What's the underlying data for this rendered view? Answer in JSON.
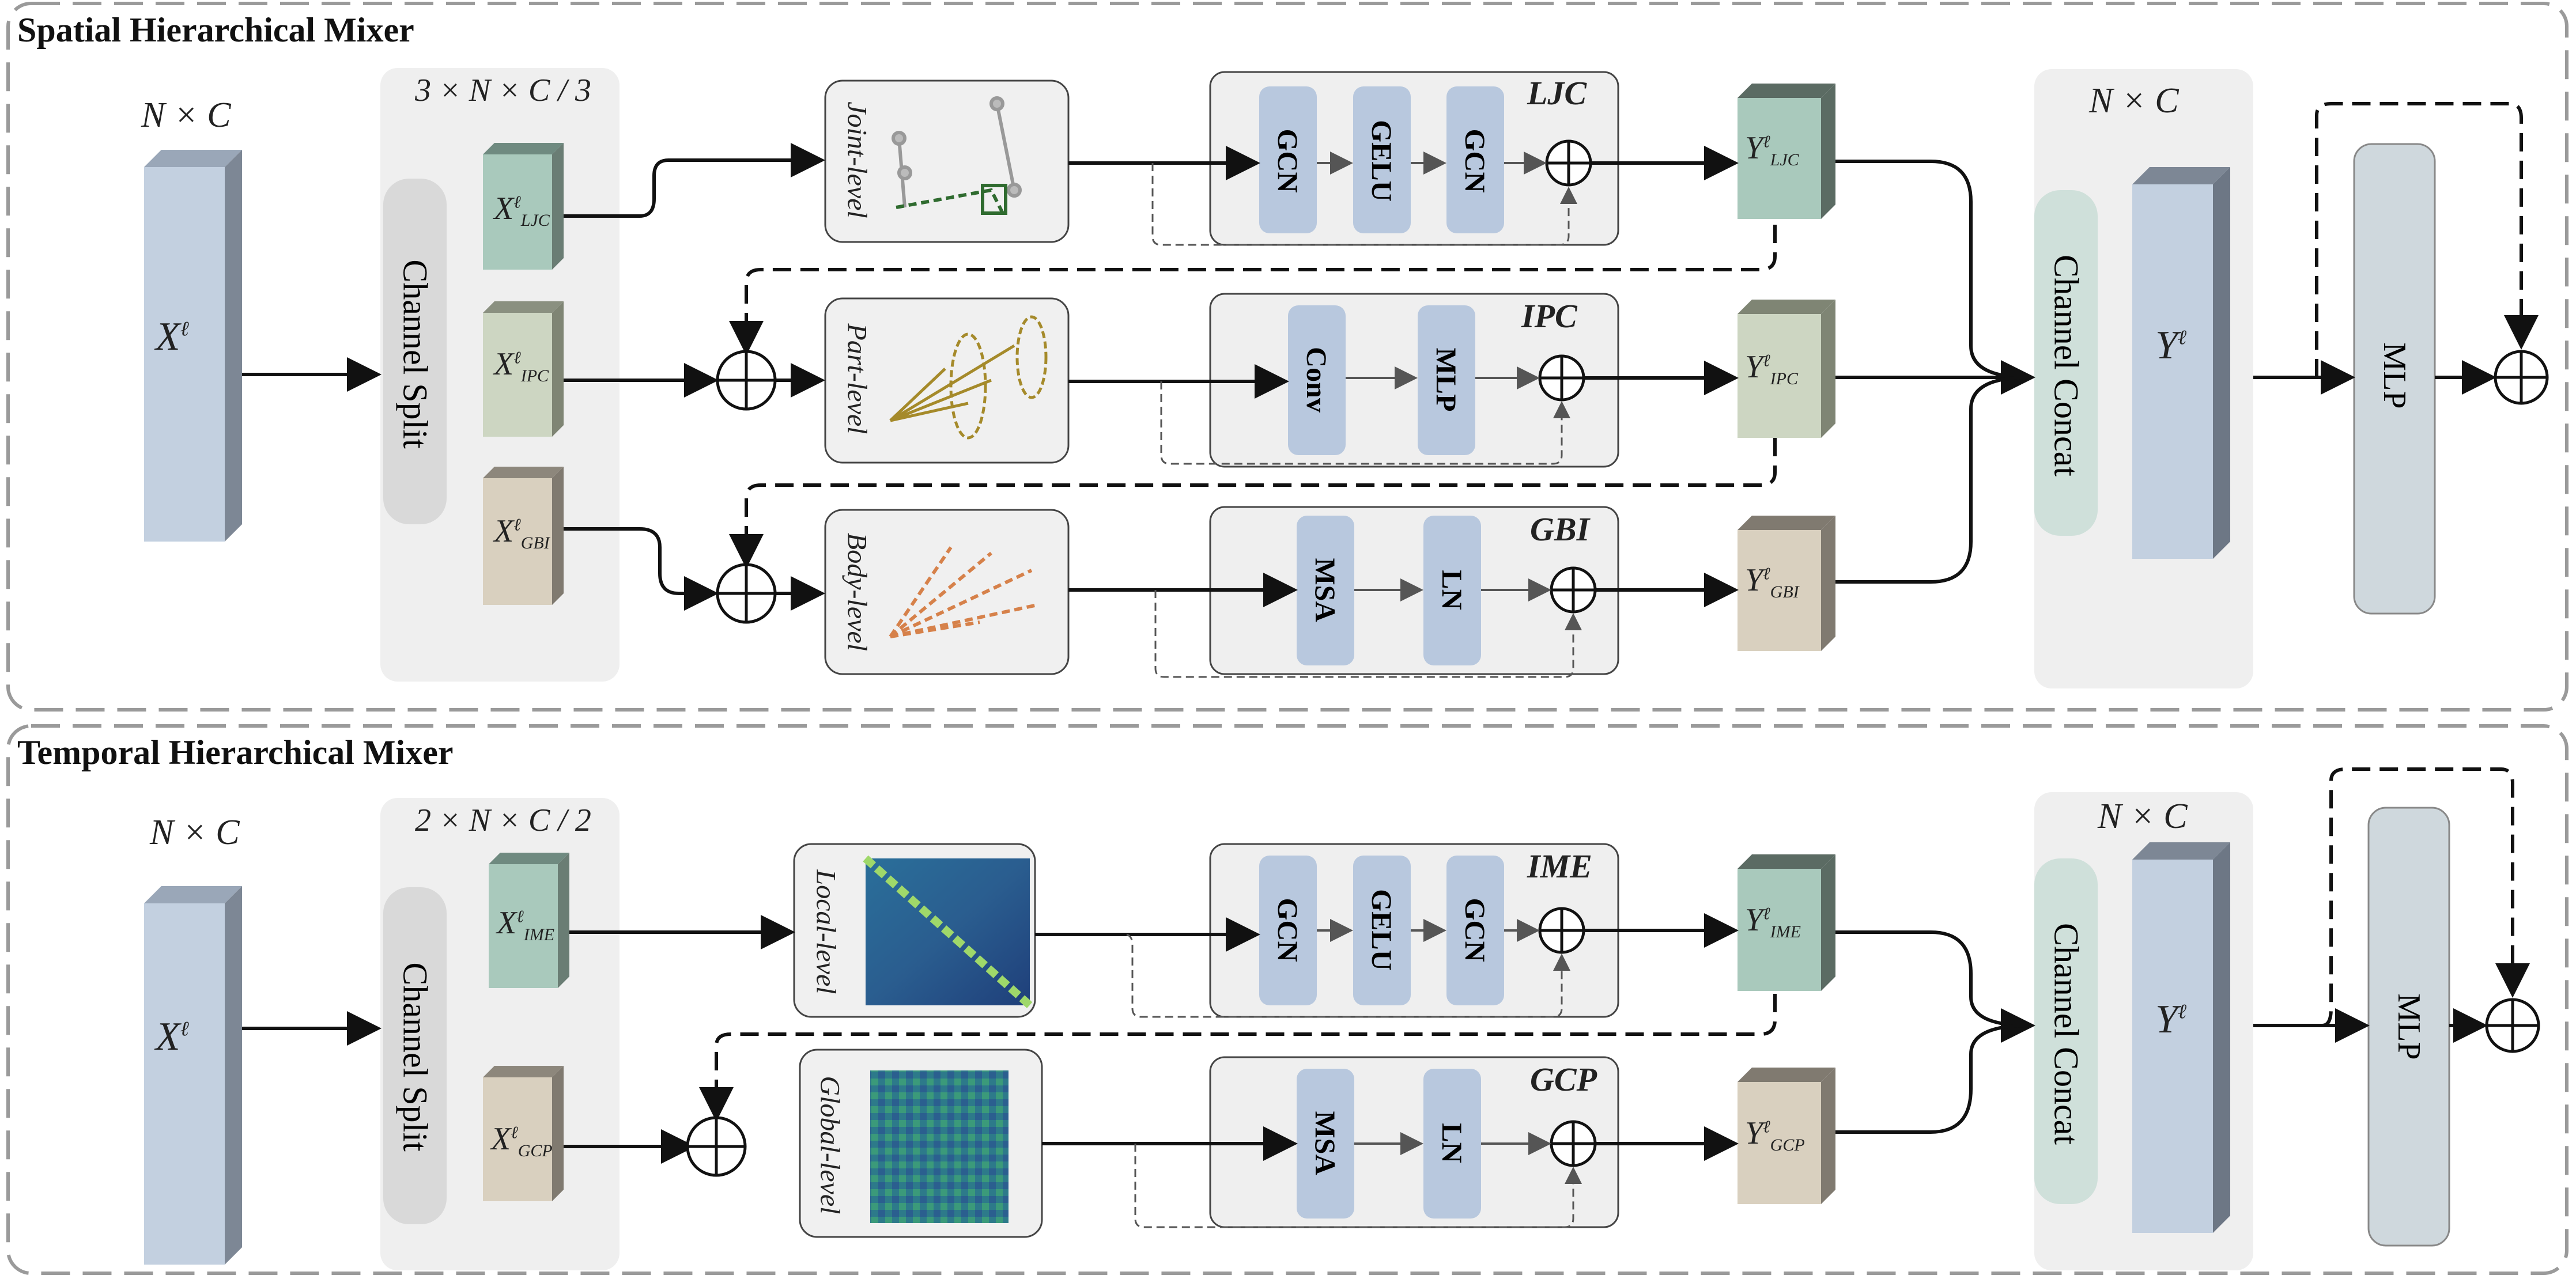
{
  "spatial": {
    "title": "Spatial Hierarchical Mixer",
    "input_dim": "N × C",
    "input_var": "X",
    "input_sup": "ℓ",
    "split_dim": "3 × N × C / 3",
    "channel_split": "Channel  Split",
    "channel_concat": "Channel  Concat",
    "concat_dim": "N × C",
    "mlp": "MLP",
    "output_var": "Y",
    "output_sup": "ℓ",
    "branches": [
      {
        "name": "LJC",
        "in_sub": "LJC",
        "level": "Joint-level",
        "blocks": [
          "GCN",
          "GELU",
          "GCN"
        ],
        "out_sub": "LJC"
      },
      {
        "name": "IPC",
        "in_sub": "IPC",
        "level": "Part-level",
        "blocks": [
          "Conv",
          "MLP"
        ],
        "out_sub": "IPC"
      },
      {
        "name": "GBI",
        "in_sub": "GBI",
        "level": "Body-level",
        "blocks": [
          "MSA",
          "LN"
        ],
        "out_sub": "GBI"
      }
    ]
  },
  "temporal": {
    "title": "Temporal Hierarchical Mixer",
    "input_dim": "N × C",
    "input_var": "X",
    "input_sup": "ℓ",
    "split_dim": "2 × N × C / 2",
    "channel_split": "Channel  Split",
    "channel_concat": "Channel  Concat",
    "concat_dim": "N × C",
    "mlp": "MLP",
    "output_var": "Y",
    "output_sup": "ℓ",
    "branches": [
      {
        "name": "IME",
        "in_sub": "IME",
        "level": "Local-level",
        "blocks": [
          "GCN",
          "GELU",
          "GCN"
        ],
        "out_sub": "IME"
      },
      {
        "name": "GCP",
        "in_sub": "GCP",
        "level": "Global-level",
        "blocks": [
          "MSA",
          "LN"
        ],
        "out_sub": "GCP"
      }
    ]
  },
  "colors": {
    "panel_border": "#9a9a9a",
    "group_bg": "#efefef",
    "block_blue": "#b8c8de",
    "split_gray": "#d9d9d9",
    "concat_teal": "#cfe0da",
    "mlp_gray": "#cfd8dd",
    "cube_ljc": "#a9c9bc",
    "cube_ipc": "#cdd6c2",
    "cube_gbi": "#d9d0bf",
    "tall_bar": "#c3d0e0"
  }
}
